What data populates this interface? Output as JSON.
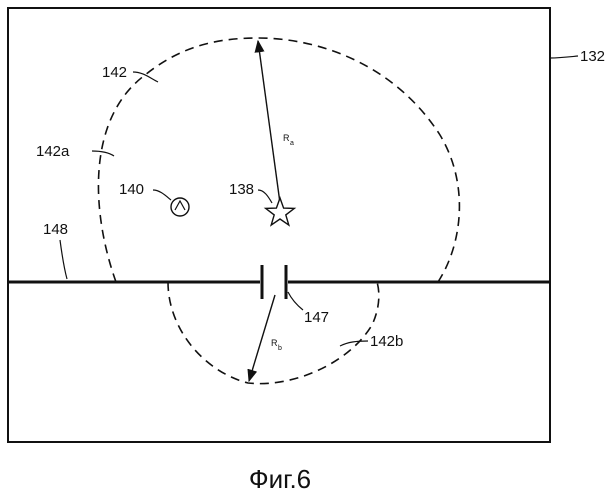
{
  "labels": {
    "region_outer": "132",
    "zone_boundary": "142",
    "zone_upper_part": "142a",
    "zone_lower_part": "142b",
    "device_140": "140",
    "device_138": "138",
    "line_148": "148",
    "gap_147": "147"
  },
  "radii": {
    "upper_main": "R",
    "upper_sub": "a",
    "lower_main": "R",
    "lower_sub": "b"
  },
  "caption": "Фиг.6"
}
